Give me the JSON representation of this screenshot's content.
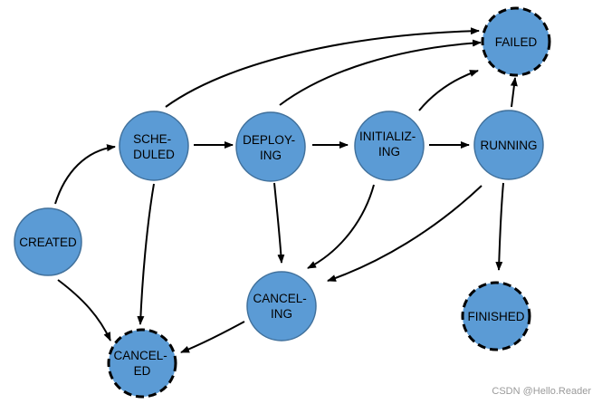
{
  "nodes": {
    "created": {
      "lines": [
        "CREATED"
      ],
      "terminal": false
    },
    "scheduled": {
      "lines": [
        "SCHE-",
        "DULED"
      ],
      "terminal": false
    },
    "deploying": {
      "lines": [
        "DEPLOY-",
        "ING"
      ],
      "terminal": false
    },
    "initializing": {
      "lines": [
        "INITIALIZ-",
        "ING"
      ],
      "terminal": false
    },
    "running": {
      "lines": [
        "RUNNING"
      ],
      "terminal": false
    },
    "failed": {
      "lines": [
        "FAILED"
      ],
      "terminal": true
    },
    "canceling": {
      "lines": [
        "CANCEL-",
        "ING"
      ],
      "terminal": false
    },
    "finished": {
      "lines": [
        "FINISHED"
      ],
      "terminal": true
    },
    "canceled": {
      "lines": [
        "CANCEL-",
        "ED"
      ],
      "terminal": true
    }
  },
  "edges": [
    {
      "from": "created",
      "to": "scheduled"
    },
    {
      "from": "created",
      "to": "canceled"
    },
    {
      "from": "scheduled",
      "to": "deploying"
    },
    {
      "from": "scheduled",
      "to": "failed"
    },
    {
      "from": "scheduled",
      "to": "canceled"
    },
    {
      "from": "deploying",
      "to": "initializing"
    },
    {
      "from": "deploying",
      "to": "failed"
    },
    {
      "from": "deploying",
      "to": "canceling"
    },
    {
      "from": "initializing",
      "to": "running"
    },
    {
      "from": "initializing",
      "to": "failed"
    },
    {
      "from": "initializing",
      "to": "canceling"
    },
    {
      "from": "running",
      "to": "failed"
    },
    {
      "from": "running",
      "to": "finished"
    },
    {
      "from": "running",
      "to": "canceling"
    },
    {
      "from": "canceling",
      "to": "canceled"
    }
  ],
  "watermark": "CSDN @Hello.Reader",
  "colors": {
    "node_fill": "#5b9bd5",
    "node_stroke": "#41719c",
    "edge": "#000000",
    "terminal_border": "#000000"
  }
}
